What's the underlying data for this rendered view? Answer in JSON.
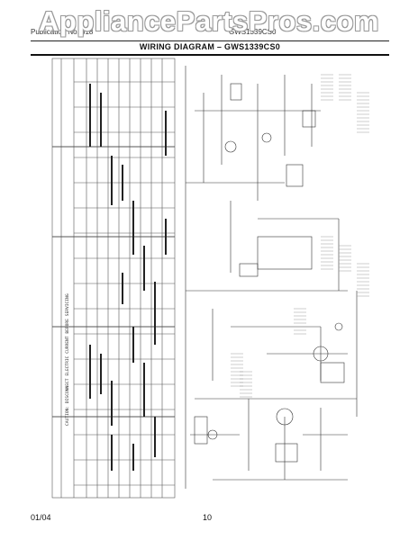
{
  "watermark": "AppliancePartsPros.com",
  "header": {
    "left_text": "Publication No. 318",
    "right_text": "GWS1339CS0"
  },
  "title": "WIRING DIAGRAM – GWS1339CS0",
  "caution_text": "CAUTION: DISCONNECT ELECTRIC CURRENT BEFORE SERVICING",
  "footer": {
    "date": "01/04",
    "page": "10"
  }
}
